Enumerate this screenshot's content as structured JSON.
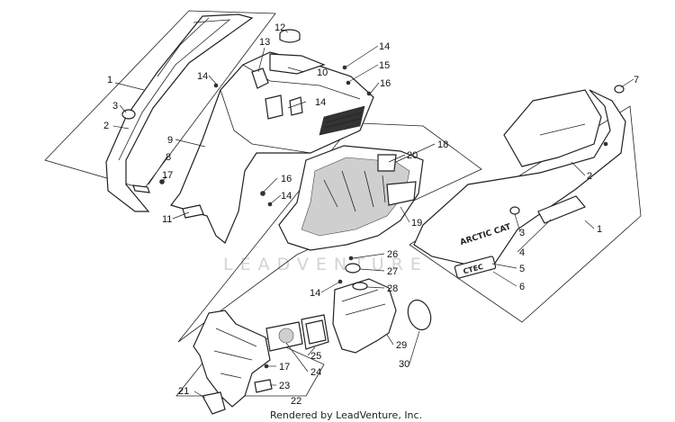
{
  "callouts": {
    "c1a": "1",
    "c1b": "1",
    "c2a": "2",
    "c2b": "2",
    "c3a": "3",
    "c3b": "3",
    "c4": "4",
    "c5": "5",
    "c6": "6",
    "c7": "7",
    "c8": "8",
    "c9": "9",
    "c10": "10",
    "c11": "11",
    "c12": "12",
    "c13": "13",
    "c14a": "14",
    "c14b": "14",
    "c14c": "14",
    "c14d": "14",
    "c14e": "14",
    "c15": "15",
    "c16a": "16",
    "c16b": "16",
    "c17a": "17",
    "c17b": "17",
    "c18": "18",
    "c19": "19",
    "c20": "20",
    "c21": "21",
    "c22": "22",
    "c23": "23",
    "c24": "24",
    "c25": "25",
    "c26": "26",
    "c27": "27",
    "c28": "28",
    "c29": "29",
    "c30": "30"
  },
  "decals": {
    "brand": "ARCTIC CAT",
    "model": "CTEC"
  },
  "watermark": "LEADVENTURE",
  "footer": "Rendered by LeadVenture, Inc."
}
